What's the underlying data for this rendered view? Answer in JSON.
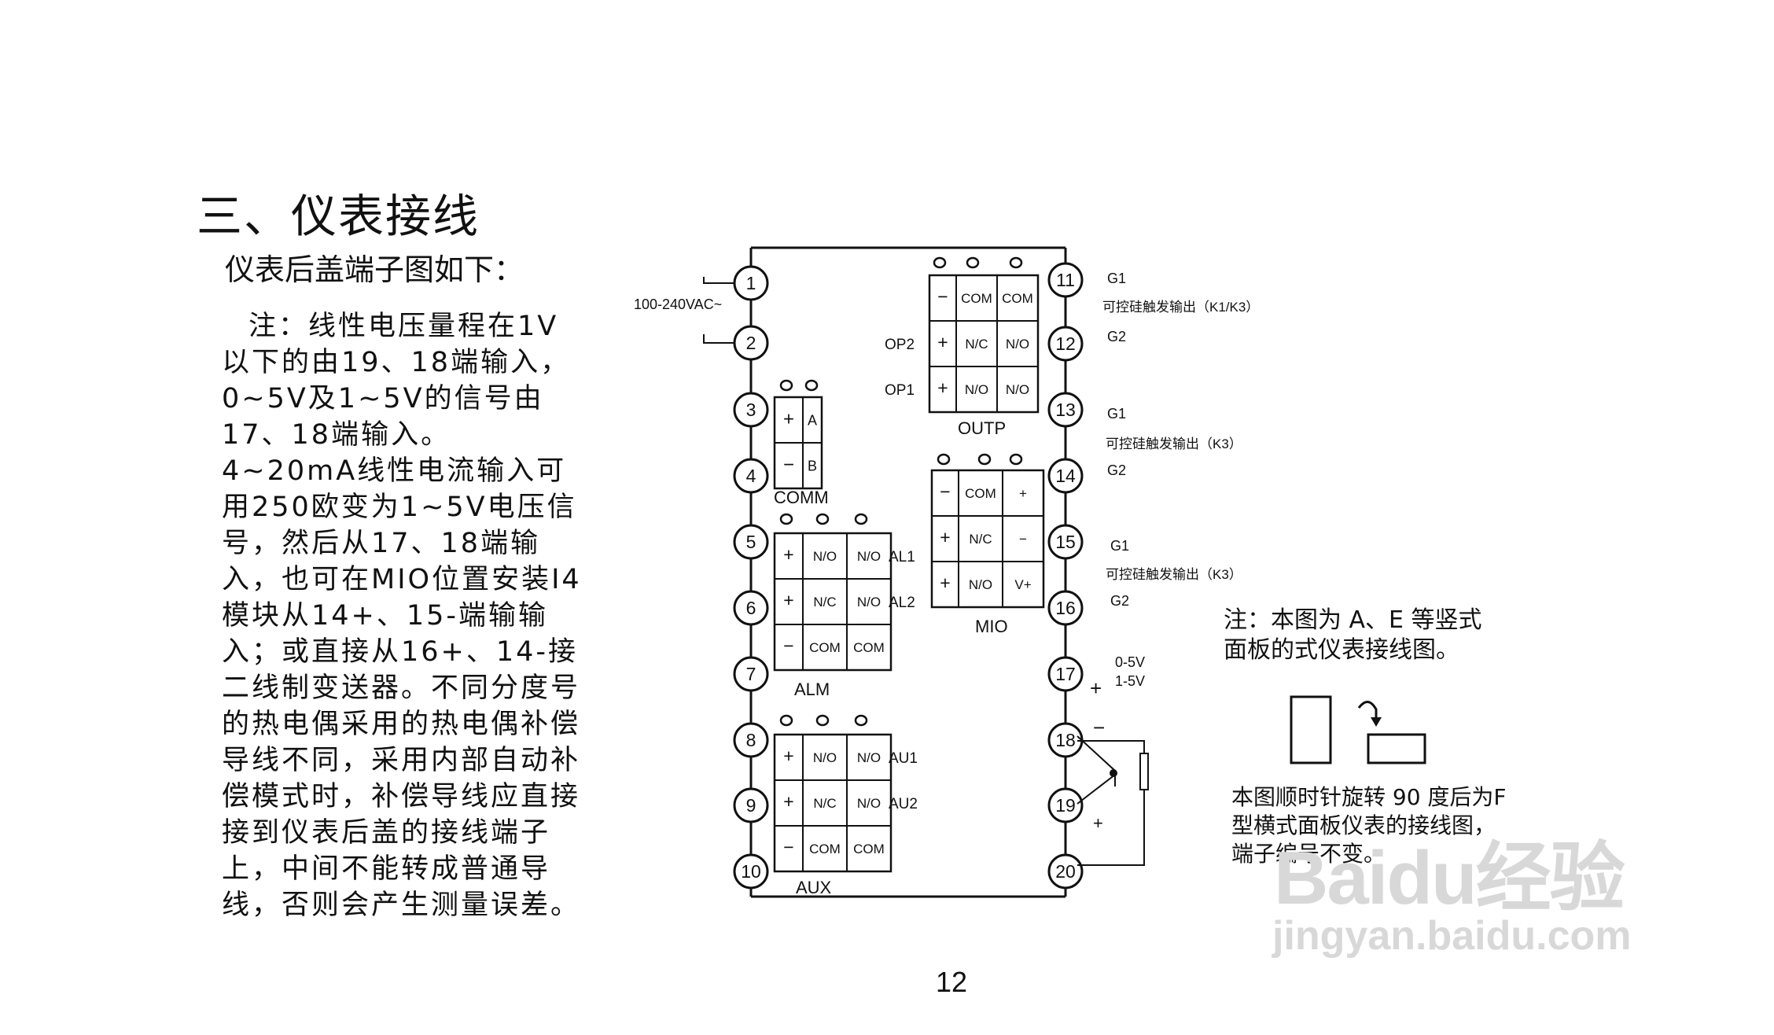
{
  "page": {
    "heading": "三、仪表接线",
    "subheading": "仪表后盖端子图如下：",
    "note_paragraph": "注：线性电压量程在1V以下的由19、18端输入，0~5V及1~5V的信号由17、18端输入。4~20mA线性电流输入可用250欧变为1~5V电压信号，然后从17、18端输入，也可在MIO位置安装I4模块从14+、15-端输输入；或直接从16+、14-接二线制变送器。不同分度号的热电偶采用的热电偶补偿导线不同，采用内部自动补偿模式时，补偿导线应直接接到仪表后盖的接线端子上，中间不能转成普通导线，否则会产生测量误差。",
    "page_number": "12"
  },
  "diagram": {
    "power_label": "100-240VAC~",
    "left_terminals": [
      "1",
      "2",
      "3",
      "4",
      "5",
      "6",
      "7",
      "8",
      "9",
      "10"
    ],
    "right_terminals": [
      "11",
      "12",
      "13",
      "14",
      "15",
      "16",
      "17",
      "18",
      "19",
      "20"
    ],
    "comm": {
      "label": "COMM",
      "cells": [
        "+",
        "A",
        "−",
        "B"
      ]
    },
    "alm": {
      "label": "ALM",
      "row_labels": [
        "AL1",
        "AL2"
      ],
      "rows": [
        [
          "+",
          "N/O",
          "N/O"
        ],
        [
          "+",
          "N/C",
          "N/O"
        ],
        [
          "−",
          "COM",
          "COM"
        ]
      ]
    },
    "aux": {
      "label": "AUX",
      "row_labels": [
        "AU1",
        "AU2"
      ],
      "rows": [
        [
          "+",
          "N/O",
          "N/O"
        ],
        [
          "+",
          "N/C",
          "N/O"
        ],
        [
          "−",
          "COM",
          "COM"
        ]
      ]
    },
    "outp": {
      "label": "OUTP",
      "row_labels": [
        "OP2",
        "OP1"
      ],
      "rows": [
        [
          "−",
          "COM",
          "COM"
        ],
        [
          "+",
          "N/C",
          "N/O"
        ],
        [
          "+",
          "N/O",
          "N/O"
        ]
      ]
    },
    "mio": {
      "label": "MIO",
      "rows": [
        [
          "−",
          "COM",
          "+"
        ],
        [
          "+",
          "N/C",
          "−"
        ],
        [
          "+",
          "N/O",
          "V+"
        ]
      ]
    },
    "right_labels": {
      "g1_a": "G1",
      "g2_a": "G2",
      "scr_a": "可控硅触发输出（K1/K3）",
      "g1_b": "G1",
      "scr_b": "可控硅触发输出（K3）",
      "g2_b": "G2",
      "g1_c": "G1",
      "scr_c": "可控硅触发输出（K3）",
      "g2_c": "G2",
      "v05": "0-5V",
      "v15": "1-5V",
      "plus": "+",
      "minus18": "−",
      "minus19": "+"
    }
  },
  "side_note": "注：本图为 A、E 等竖式面板的式仪表接线图。",
  "rotation_note": "本图顺时针旋转 90 度后为F型横式面板仪表的接线图，端子编号不变。",
  "watermark": {
    "brand": "Baidu经验",
    "url": "jingyan.baidu.com"
  }
}
